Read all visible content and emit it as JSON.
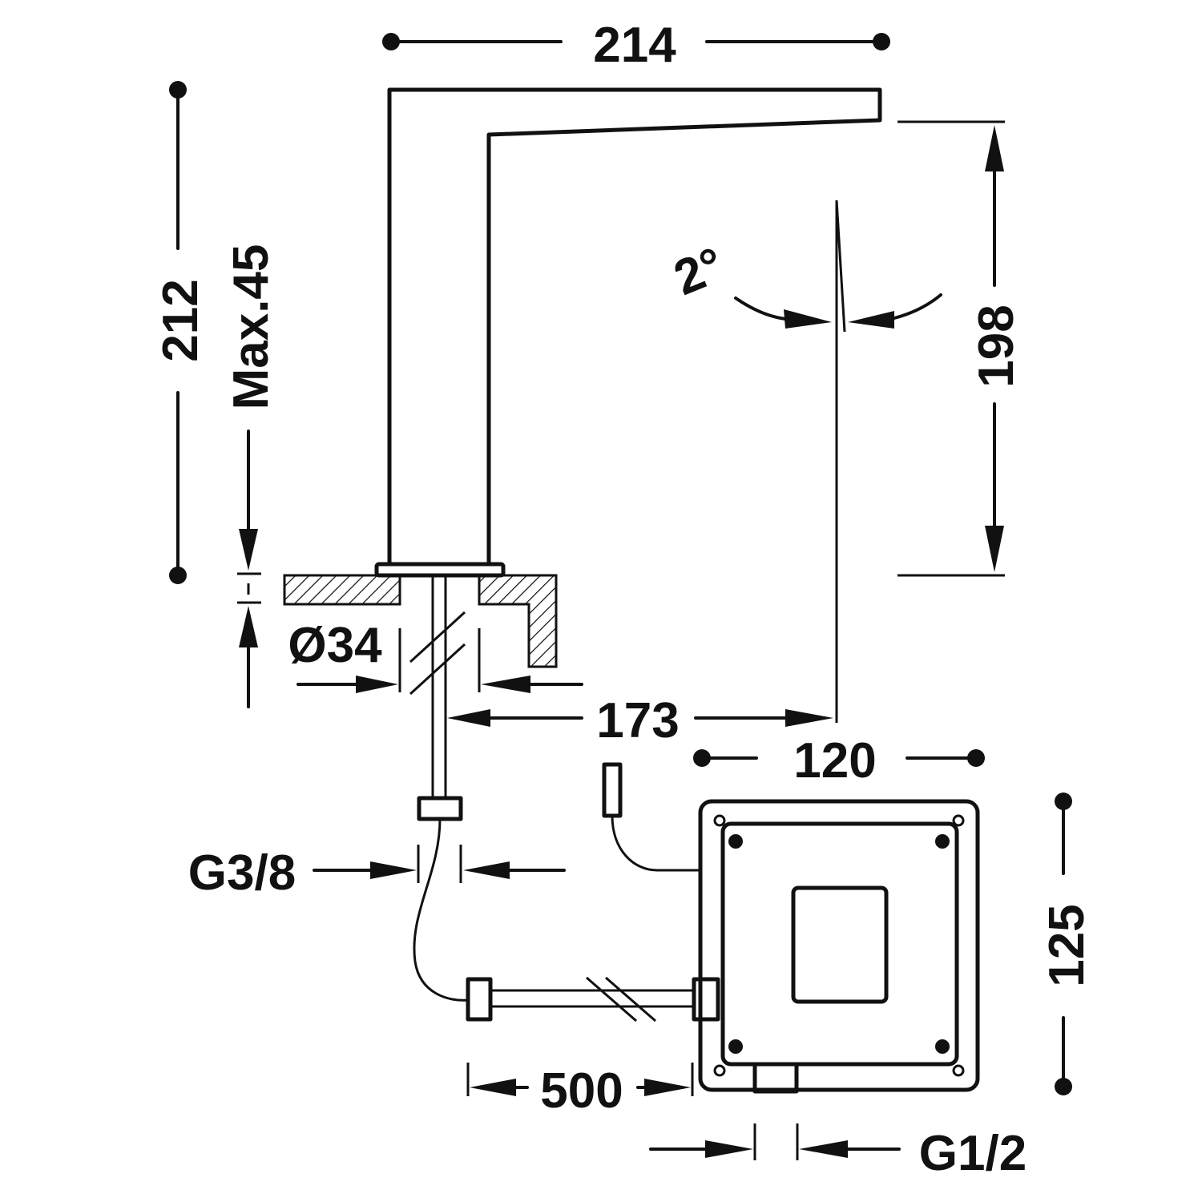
{
  "dimensions": {
    "overall_width": "214",
    "overall_height": "212",
    "max_deck": "Max.45",
    "spout_height": "198",
    "angle": "2°",
    "hole_diameter": "Ø34",
    "reach": "173",
    "box_width": "120",
    "box_height": "125",
    "inlet_thread": "G3/8",
    "hose_length": "500",
    "outlet_thread": "G1/2"
  },
  "colors": {
    "line": "#111111",
    "background": "#ffffff"
  }
}
